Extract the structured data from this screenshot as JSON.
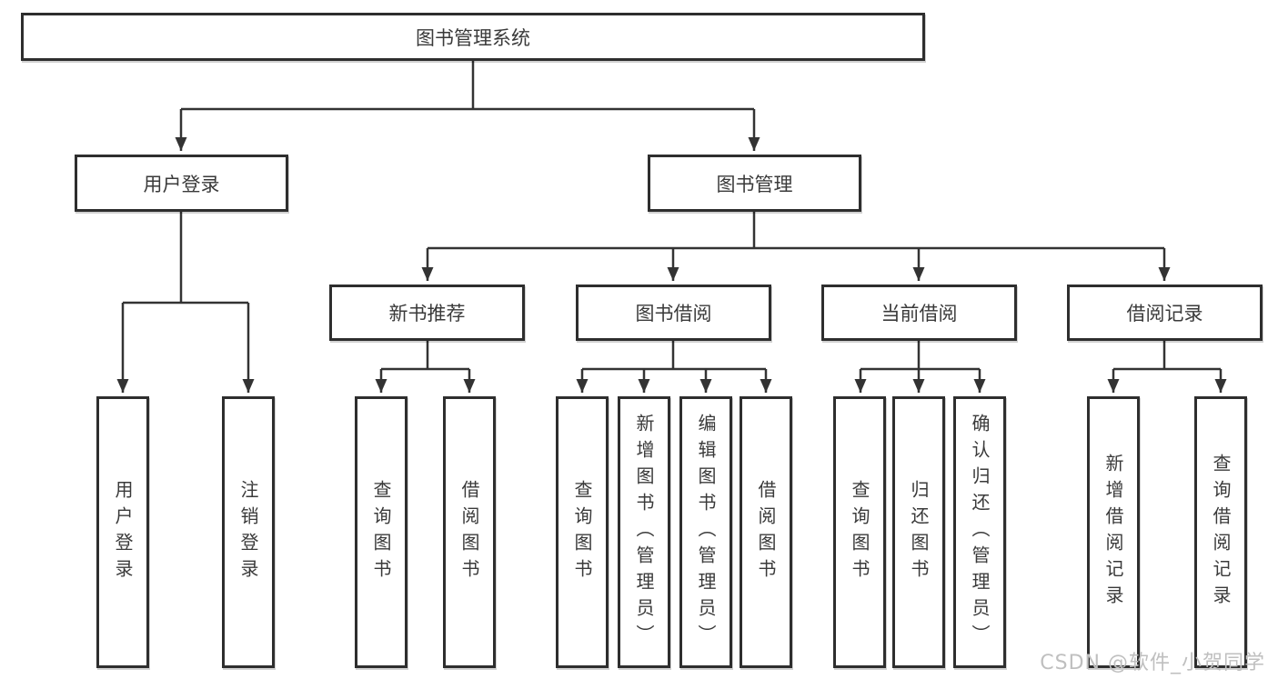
{
  "diagram_title": "图书管理系统",
  "watermark": "CSDN @软件_小贺同学",
  "colors": {
    "line": "#333333",
    "box_border": "#2e2e2e",
    "box_fill": "#ffffff",
    "text": "#3a3a3a",
    "watermark_text": "#bfbfbf"
  },
  "nodes": {
    "root": "图书管理系统",
    "user_login": "用户登录",
    "book_mgmt": "图书管理",
    "new_book": "新书推荐",
    "book_borrow": "图书借阅",
    "current_borrow": "当前借阅",
    "borrow_record": "借阅记录",
    "ul_login": "用户登录",
    "ul_logout": "注销登录",
    "nb_query": "查询图书",
    "nb_borrow": "借阅图书",
    "bb_query": "查询图书",
    "bb_add": "新增图书（管理员）",
    "bb_edit": "编辑图书（管理员）",
    "bb_borrow": "借阅图书",
    "cb_query": "查询图书",
    "cb_return": "归还图书",
    "cb_confirm": "确认归还（管理员）",
    "br_add": "新增借阅记录",
    "br_query": "查询借阅记录"
  },
  "hierarchy_note": "root > [用户登录, 图书管理]; 用户登录 > [用户登录, 注销登录]; 图书管理 > [新书推荐, 图书借阅, 当前借阅, 借阅记录]"
}
